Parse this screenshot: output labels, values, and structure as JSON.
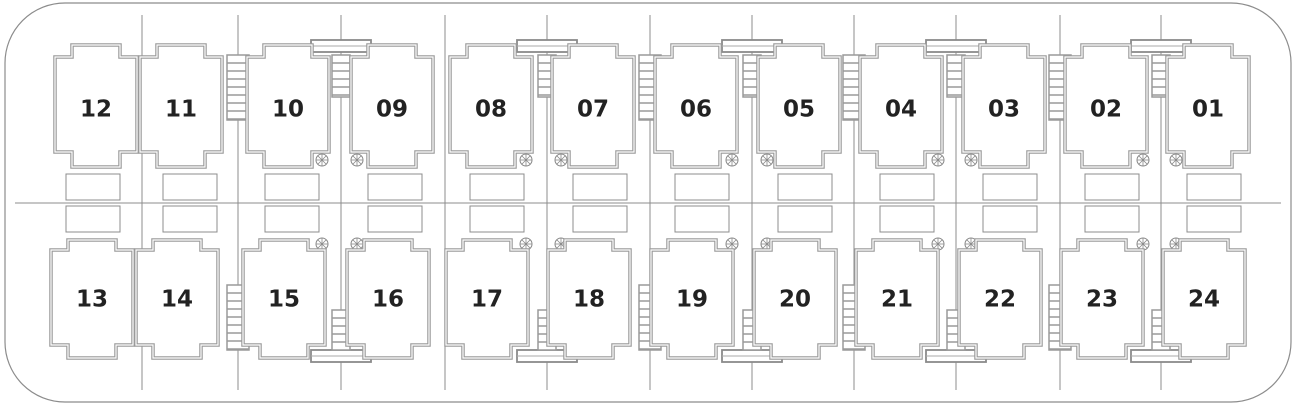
{
  "plan": {
    "top_row": [
      "12",
      "11",
      "10",
      "09",
      "08",
      "07",
      "06",
      "05",
      "04",
      "03",
      "02",
      "01"
    ],
    "bottom_row": [
      "13",
      "14",
      "15",
      "16",
      "17",
      "18",
      "19",
      "20",
      "21",
      "22",
      "23",
      "24"
    ]
  },
  "colors": {
    "line": "#8c8c8c",
    "wall": "#9a9a9a",
    "text": "#222222"
  }
}
